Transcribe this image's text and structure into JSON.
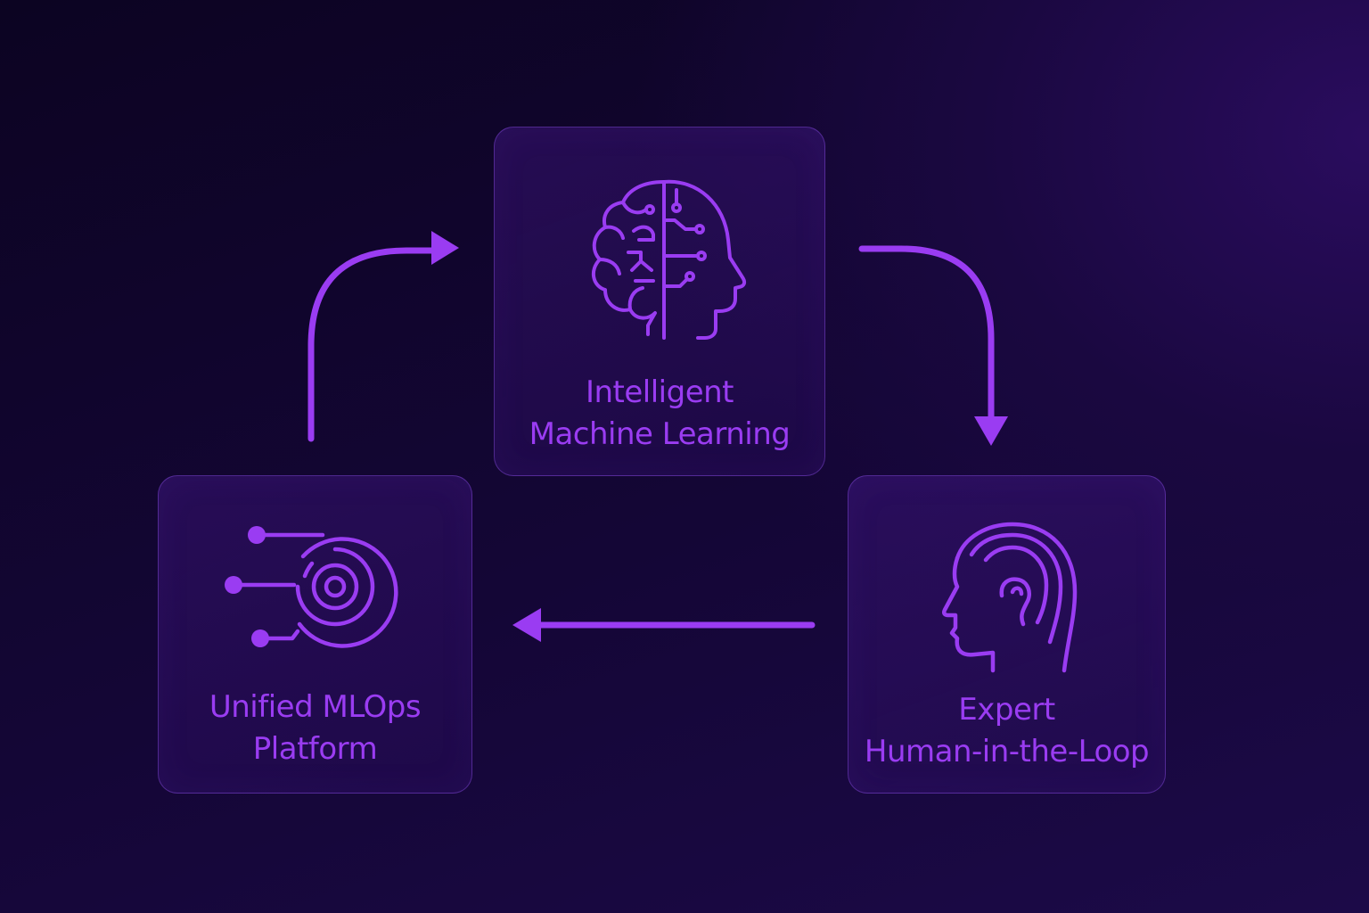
{
  "diagram": {
    "accent_color": "#9a3cf2",
    "nodes": [
      {
        "id": "ml",
        "icon": "brain-circuit-head-icon",
        "lines": [
          "Intelligent",
          "Machine Learning"
        ]
      },
      {
        "id": "expert",
        "icon": "human-head-profile-icon",
        "lines": [
          "Expert",
          "Human-in-the-Loop"
        ]
      },
      {
        "id": "mlops",
        "icon": "target-circuit-icon",
        "lines": [
          "Unified MLOps",
          "Platform"
        ]
      }
    ],
    "edges": [
      {
        "from": "mlops",
        "to": "ml"
      },
      {
        "from": "ml",
        "to": "expert"
      },
      {
        "from": "expert",
        "to": "mlops"
      }
    ]
  }
}
